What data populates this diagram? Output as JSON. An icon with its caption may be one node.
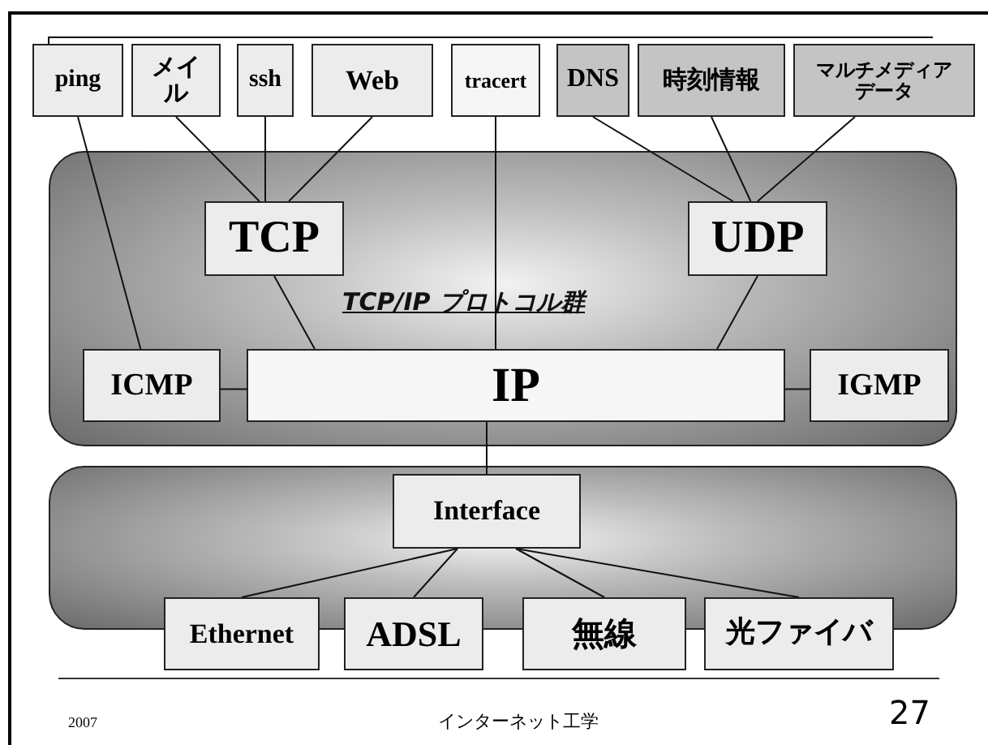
{
  "diagram": {
    "nodes": [
      {
        "text": [
          "ping"
        ]
      },
      {
        "text": [
          "メイル"
        ]
      },
      {
        "text": [
          "ssh"
        ]
      },
      {
        "text": [
          "Web"
        ]
      },
      {
        "text": [
          "tracert"
        ]
      },
      {
        "text": [
          "DNS"
        ]
      },
      {
        "text": [
          "時刻情報"
        ]
      },
      {
        "text": [
          "マルチメディアデータ"
        ]
      },
      {
        "text": [
          "TCP/IP プロトコル群"
        ]
      },
      {
        "text": [
          "TCP"
        ],
        "in": 8
      },
      {
        "text": [
          "UDP"
        ],
        "in": 8
      },
      {
        "text": [
          "ICMP"
        ],
        "in": 8
      },
      {
        "text": [
          "IP"
        ],
        "in": 8
      },
      {
        "text": [
          "IGMP"
        ],
        "in": 8
      },
      {
        "text": [],
        "shape": "box"
      },
      {
        "text": [
          "Interface"
        ],
        "in": 14
      },
      {
        "text": [
          "Ethernet"
        ]
      },
      {
        "text": [
          "ADSL"
        ]
      },
      {
        "text": [
          "無線"
        ]
      },
      {
        "text": [
          "光ファイバ"
        ]
      }
    ],
    "edges": [
      {
        "from": 0,
        "to": 11,
        "arrow": "none"
      },
      {
        "from": 1,
        "to": 9,
        "arrow": "none"
      },
      {
        "from": 2,
        "to": 9,
        "arrow": "none"
      },
      {
        "from": 3,
        "to": 9,
        "arrow": "none"
      },
      {
        "from": 4,
        "to": 12,
        "arrow": "none"
      },
      {
        "from": 5,
        "to": 10,
        "arrow": "none"
      },
      {
        "from": 6,
        "to": 10,
        "arrow": "none"
      },
      {
        "from": 7,
        "to": 10,
        "arrow": "none"
      },
      {
        "from": 9,
        "to": 12,
        "arrow": "none"
      },
      {
        "from": 10,
        "to": 12,
        "arrow": "none"
      },
      {
        "from": 11,
        "to": 12,
        "arrow": "none"
      },
      {
        "from": 12,
        "to": 13,
        "arrow": "none"
      },
      {
        "from": 12,
        "to": 15,
        "arrow": "none"
      },
      {
        "from": 15,
        "to": 16,
        "arrow": "none"
      },
      {
        "from": 15,
        "to": 17,
        "arrow": "none"
      },
      {
        "from": 15,
        "to": 18,
        "arrow": "none"
      },
      {
        "from": 15,
        "to": 19,
        "arrow": "none"
      }
    ],
    "labels": [
      "2007",
      "インターネット工学",
      "27"
    ]
  }
}
